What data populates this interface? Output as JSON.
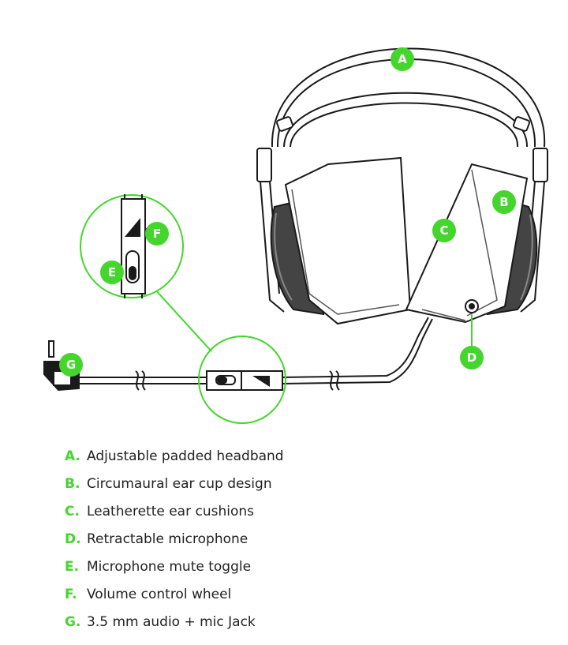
{
  "colors": {
    "accent": "#44d62c",
    "line": "#1a1a1a",
    "text": "#222222"
  },
  "callouts": {
    "a": "A",
    "b": "B",
    "c": "C",
    "d": "D",
    "e": "E",
    "f": "F",
    "g": "G"
  },
  "legend": [
    {
      "letter": "A.",
      "text": "Adjustable padded headband"
    },
    {
      "letter": "B.",
      "text": "Circumaural ear cup design"
    },
    {
      "letter": "C.",
      "text": "Leatherette ear cushions"
    },
    {
      "letter": "D.",
      "text": "Retractable microphone"
    },
    {
      "letter": "E.",
      "text": "Microphone mute toggle"
    },
    {
      "letter": "F.",
      "text": "Volume control wheel"
    },
    {
      "letter": "G.",
      "text": "3.5 mm audio + mic Jack"
    }
  ]
}
